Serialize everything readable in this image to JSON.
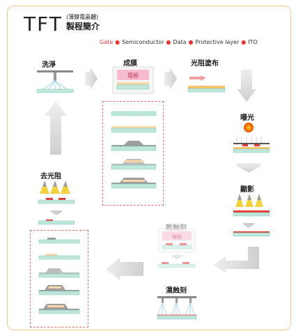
{
  "title": {
    "main": "TFT",
    "sub1": "(薄膜電晶體)",
    "sub2": "製程簡介"
  },
  "legend": {
    "gate": "Gate",
    "semiconductor": "Semiconductor",
    "data": "Data",
    "protective": "Protective layer",
    "ito": "ITO"
  },
  "steps": {
    "wash": "洗淨",
    "film": "成膜",
    "coat": "光阻塗布",
    "expose": "曝光",
    "develop": "顯影",
    "strip": "去光阻",
    "dry_etch": "乾蝕刻",
    "wet_etch": "濕蝕刻"
  },
  "film_chamber_text": "電極",
  "dry_etch_chamber_text": "電極",
  "colors": {
    "gate": "#e53935",
    "frame": "#f2c98a",
    "glass": "#7fc8b4",
    "arrow": "#d8d8d8",
    "pink": "#f4b6c6",
    "yellow": "#f2d13d"
  }
}
